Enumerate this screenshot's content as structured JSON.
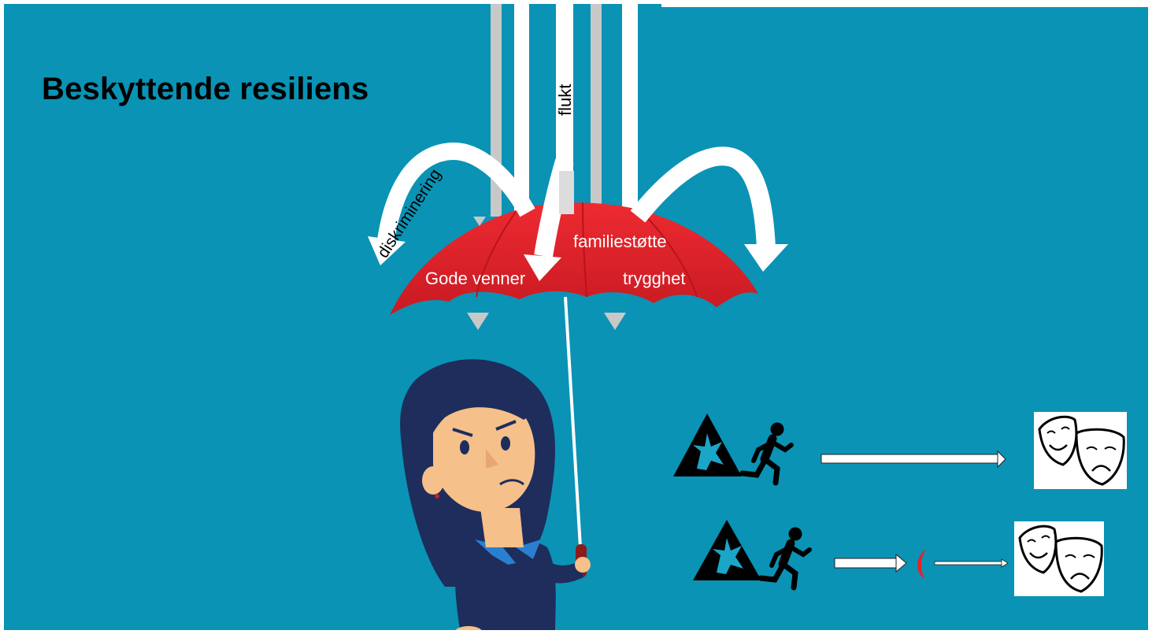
{
  "title": "Beskyttende resiliens",
  "umbrella": {
    "color": "#e3222a",
    "labels": {
      "friends": "Gode venner",
      "family": "familiestøtte",
      "safety": "trygghet"
    }
  },
  "threats": {
    "flight": "flukt",
    "discrimination": "diskriminering"
  },
  "diagram_rows": [
    {
      "icons": [
        "explosion-warning-icon",
        "running-person-icon"
      ],
      "arrow": "long",
      "result": "theatre-masks-icon"
    },
    {
      "icons": [
        "explosion-warning-icon",
        "running-person-icon"
      ],
      "arrow": "interrupted-by-shield",
      "result": "theatre-masks-icon"
    }
  ],
  "colors": {
    "background": "#0a93b5",
    "umbrella": "#e3222a",
    "arrows": "#ffffff"
  }
}
